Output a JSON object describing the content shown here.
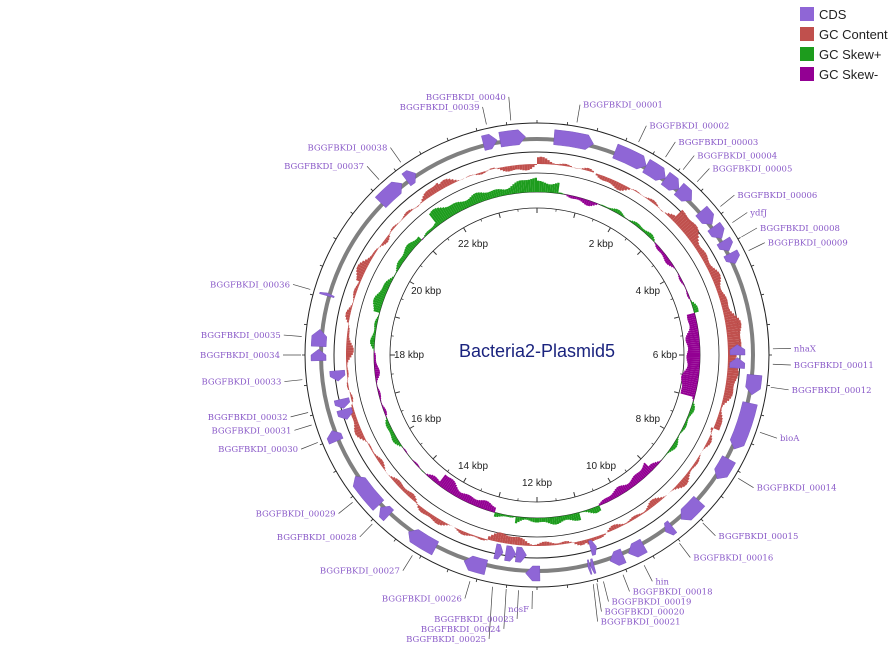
{
  "title": "Bacteria2-Plasmid5",
  "legend": [
    {
      "label": "CDS",
      "color": "#8f66d6"
    },
    {
      "label": "GC Content",
      "color": "#c0504d"
    },
    {
      "label": "GC Skew+",
      "color": "#1d9c1d"
    },
    {
      "label": "GC Skew-",
      "color": "#930093"
    }
  ],
  "colors": {
    "ring_gray": "#808080",
    "cds": "#8f66d6",
    "gc": "#c0504d",
    "skew_pos": "#1d9c1d",
    "skew_neg": "#930093",
    "label": "#8a5ac8"
  },
  "plasmid_length_kbp": 24,
  "kbp_ticks": [
    {
      "kb": 2,
      "label": "2 kbp"
    },
    {
      "kb": 4,
      "label": "4 kbp"
    },
    {
      "kb": 6,
      "label": "6 kbp"
    },
    {
      "kb": 8,
      "label": "8 kbp"
    },
    {
      "kb": 10,
      "label": "10 kbp"
    },
    {
      "kb": 12,
      "label": "12 kbp"
    },
    {
      "kb": 14,
      "label": "14 kbp"
    },
    {
      "kb": 16,
      "label": "16 kbp"
    },
    {
      "kb": 18,
      "label": "18 kbp"
    },
    {
      "kb": 20,
      "label": "20 kbp"
    },
    {
      "kb": 22,
      "label": "22 kbp"
    }
  ],
  "genes": [
    {
      "label": "BGGFBKDI_00001",
      "start": 0.3,
      "end": 1.0,
      "strand": "+"
    },
    {
      "label": "BGGFBKDI_00002",
      "start": 1.4,
      "end": 2.0,
      "strand": "+"
    },
    {
      "label": "BGGFBKDI_00003",
      "start": 2.0,
      "end": 2.4,
      "strand": "+"
    },
    {
      "label": "BGGFBKDI_00004",
      "start": 2.4,
      "end": 2.7,
      "strand": "+"
    },
    {
      "label": "BGGFBKDI_00005",
      "start": 2.7,
      "end": 3.0,
      "strand": "+"
    },
    {
      "label": "BGGFBKDI_00006",
      "start": 3.25,
      "end": 3.55,
      "strand": "+"
    },
    {
      "label": "ydfJ",
      "start": 3.6,
      "end": 3.85,
      "strand": "+"
    },
    {
      "label": "BGGFBKDI_00008",
      "start": 3.9,
      "end": 4.1,
      "strand": "+"
    },
    {
      "label": "BGGFBKDI_00009",
      "start": 4.15,
      "end": 4.35,
      "strand": "+"
    },
    {
      "label": "nhaX",
      "start": 5.8,
      "end": 6.0,
      "strand": "-"
    },
    {
      "label": "BGGFBKDI_00011",
      "start": 6.05,
      "end": 6.25,
      "strand": "-"
    },
    {
      "label": "BGGFBKDI_00012",
      "start": 6.35,
      "end": 6.7,
      "strand": "+"
    },
    {
      "label": "bioA",
      "start": 6.85,
      "end": 7.7,
      "strand": "+"
    },
    {
      "label": "BGGFBKDI_00014",
      "start": 7.9,
      "end": 8.3,
      "strand": "+"
    },
    {
      "label": "BGGFBKDI_00015",
      "start": 8.8,
      "end": 9.25,
      "strand": "+"
    },
    {
      "label": "BGGFBKDI_00016",
      "start": 9.45,
      "end": 9.6,
      "strand": "+"
    },
    {
      "label": "hin",
      "start": 10.05,
      "end": 10.35,
      "strand": "+"
    },
    {
      "label": "BGGFBKDI_00018",
      "start": 10.45,
      "end": 10.7,
      "strand": "+"
    },
    {
      "label": "BGGFBKDI_00019",
      "start": 10.85,
      "end": 10.97,
      "strand": "-"
    },
    {
      "label": "BGGFBKDI_00020",
      "start": 10.99,
      "end": 11.05,
      "strand": "+"
    },
    {
      "label": "BGGFBKDI_00021",
      "start": 11.06,
      "end": 11.1,
      "strand": "+"
    },
    {
      "label": "nosF",
      "start": 11.95,
      "end": 12.2,
      "strand": "+"
    },
    {
      "label": "BGGFBKDI_00023",
      "start": 12.2,
      "end": 12.4,
      "strand": "-"
    },
    {
      "label": "BGGFBKDI_00024",
      "start": 12.4,
      "end": 12.6,
      "strand": "-"
    },
    {
      "label": "BGGFBKDI_00025",
      "start": 12.65,
      "end": 12.8,
      "strand": "-"
    },
    {
      "label": "BGGFBKDI_00026",
      "start": 12.9,
      "end": 13.3,
      "strand": "+"
    },
    {
      "label": "BGGFBKDI_00027",
      "start": 13.85,
      "end": 14.4,
      "strand": "+"
    },
    {
      "label": "BGGFBKDI_00028",
      "start": 14.85,
      "end": 15.05,
      "strand": "+"
    },
    {
      "label": "BGGFBKDI_00029",
      "start": 15.1,
      "end": 15.75,
      "strand": "+"
    },
    {
      "label": "BGGFBKDI_00030",
      "start": 16.45,
      "end": 16.65,
      "strand": "+"
    },
    {
      "label": "BGGFBKDI_00031",
      "start": 16.75,
      "end": 16.95,
      "strand": "-"
    },
    {
      "label": "BGGFBKDI_00032",
      "start": 16.97,
      "end": 17.15,
      "strand": "-"
    },
    {
      "label": "BGGFBKDI_00033",
      "start": 17.5,
      "end": 17.7,
      "strand": "-"
    },
    {
      "label": "BGGFBKDI_00034",
      "start": 17.9,
      "end": 18.1,
      "strand": "+"
    },
    {
      "label": "BGGFBKDI_00035",
      "start": 18.15,
      "end": 18.45,
      "strand": "+"
    },
    {
      "label": "BGGFBKDI_00036",
      "start": 19.05,
      "end": 19.1,
      "strand": "+"
    },
    {
      "label": "BGGFBKDI_00037",
      "start": 20.95,
      "end": 21.45,
      "strand": "+"
    },
    {
      "label": "BGGFBKDI_00038",
      "start": 21.55,
      "end": 21.75,
      "strand": "+"
    },
    {
      "label": "BGGFBKDI_00039",
      "start": 23.05,
      "end": 23.3,
      "strand": "+"
    },
    {
      "label": "BGGFBKDI_00040",
      "start": 23.35,
      "end": 23.8,
      "strand": "+"
    }
  ]
}
